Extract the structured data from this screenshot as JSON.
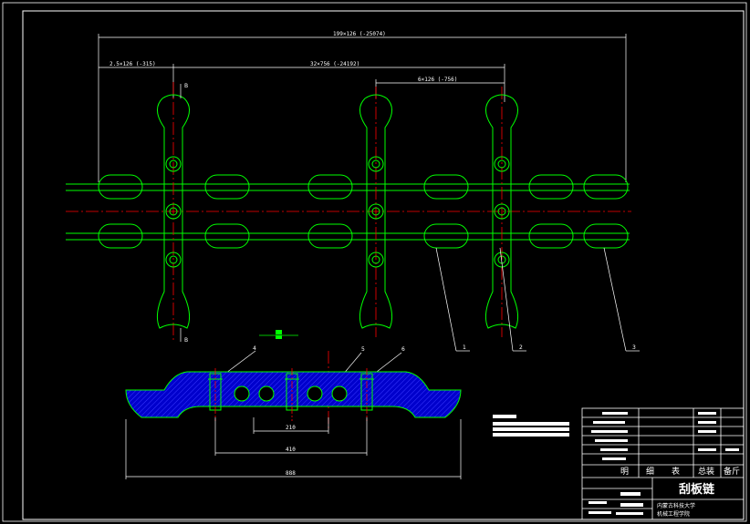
{
  "drawing": {
    "overall_dim": "199×126 (-25074)",
    "dim_left": "2.5×126 (-315)",
    "dim_mid": "32×756 (-24192)",
    "dim_right": "6×126 (-756)",
    "section_mark": "B",
    "callouts": [
      "1",
      "2",
      "3",
      "4",
      "5",
      "6"
    ],
    "profile_dims": {
      "inner": "210",
      "middle": "410",
      "outer": "888"
    }
  },
  "title_block": {
    "title": "刮板链",
    "header_cells": [
      "明",
      "细",
      "表",
      "总装",
      "备斤"
    ],
    "org_line1": "内蒙古科技大学",
    "org_line2": "机械工程学院"
  },
  "colors": {
    "outline": "#00ff00",
    "centerline": "#ff0000",
    "dimension": "#ffffff",
    "fill": "#0000cc",
    "accent": "#ffff00"
  }
}
